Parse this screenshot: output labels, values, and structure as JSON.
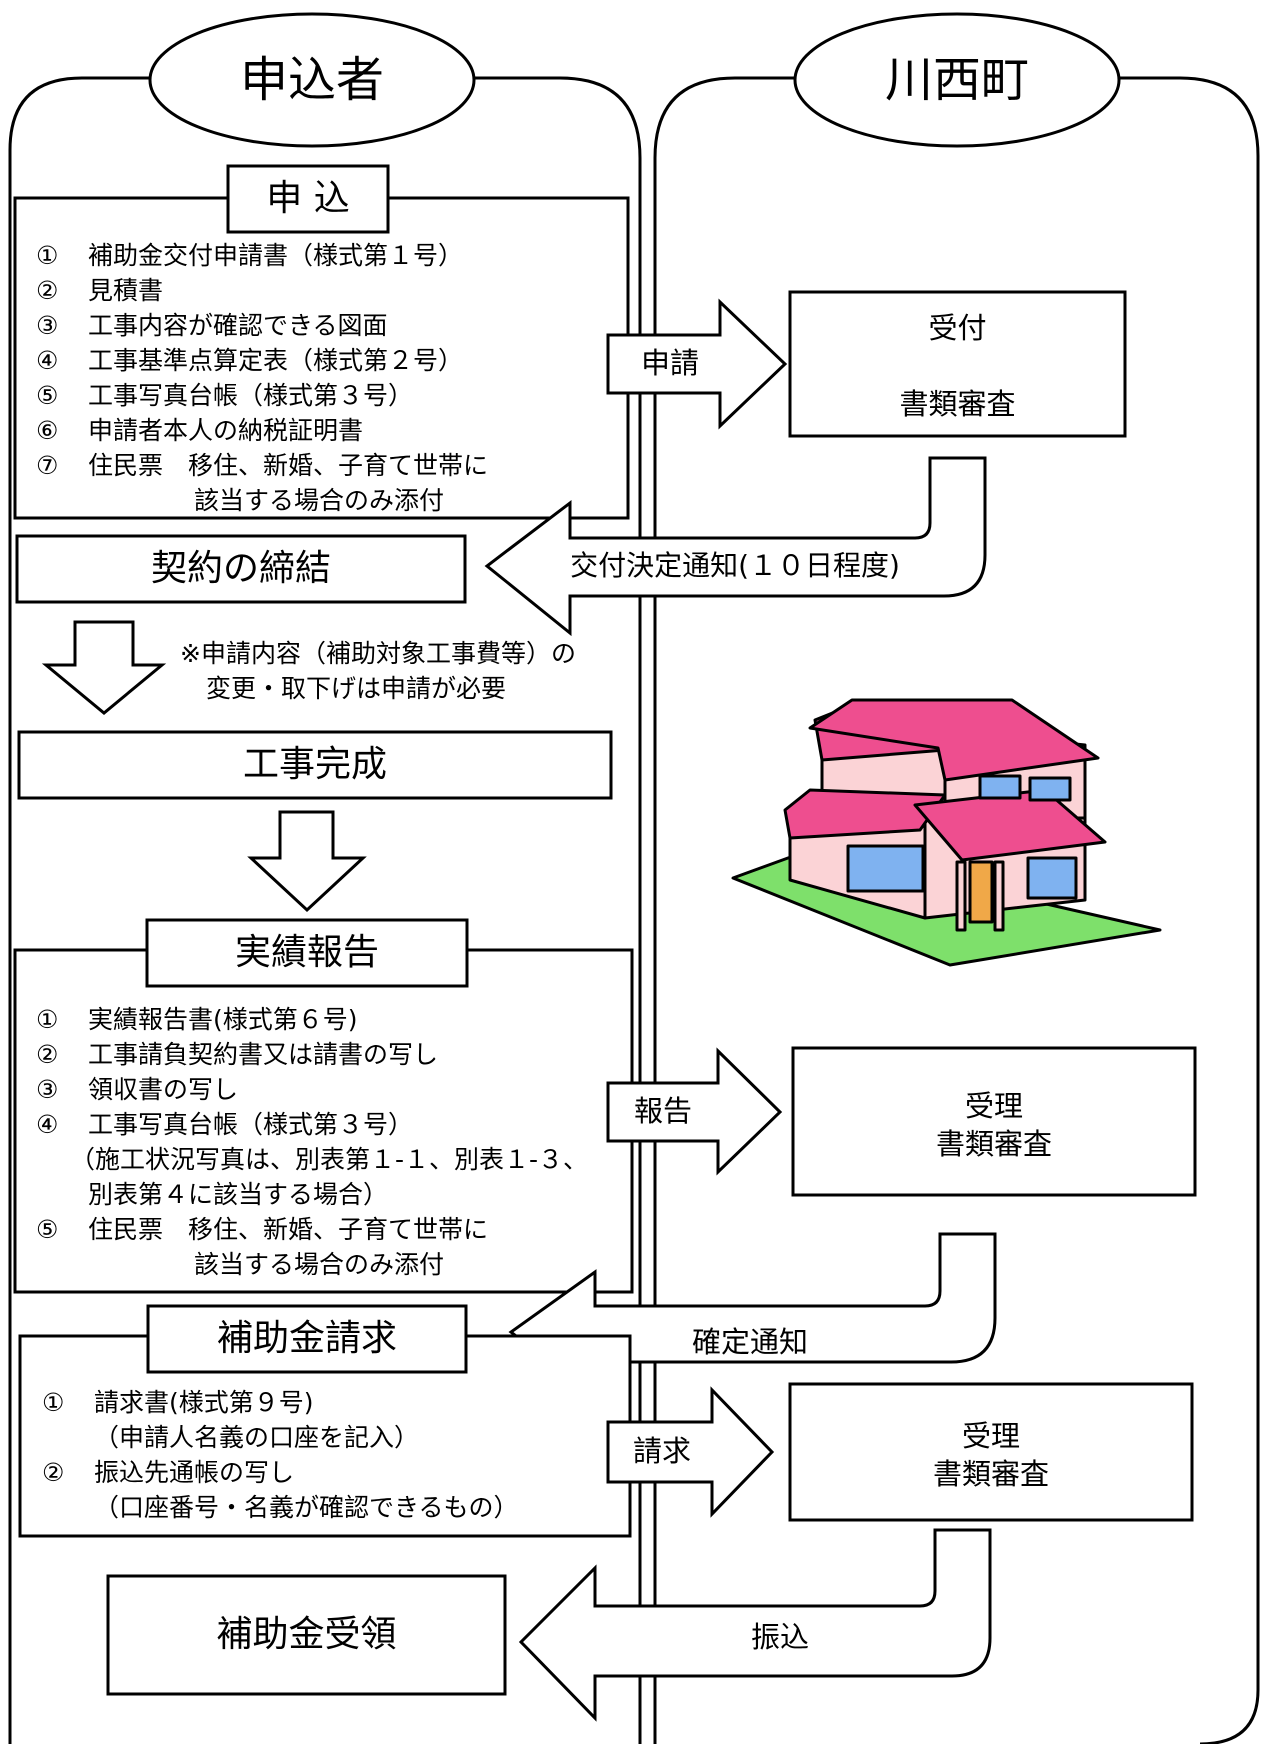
{
  "lanes": {
    "applicant": "申込者",
    "town": "川西町"
  },
  "application": {
    "title": "申 込",
    "items": [
      {
        "num": "①",
        "text": "補助金交付申請書（様式第１号）"
      },
      {
        "num": "②",
        "text": "見積書"
      },
      {
        "num": "③",
        "text": "工事内容が確認できる図面"
      },
      {
        "num": "④",
        "text": "工事基準点算定表（様式第２号）"
      },
      {
        "num": "⑤",
        "text": "工事写真台帳（様式第３号）"
      },
      {
        "num": "⑥",
        "text": "申請者本人の納税証明書"
      },
      {
        "num": "⑦",
        "text": "住民票　移住、新婚、子育て世帯に"
      }
    ],
    "item_cont": "該当する場合のみ添付",
    "arrow": "申請"
  },
  "reception1": {
    "line1": "受付",
    "line2": "書類審査"
  },
  "decision_notice": "交付決定通知(１０日程度)",
  "contract": "契約の締結",
  "note": {
    "line1": "※申請内容（補助対象工事費等）の",
    "line2": "変更・取下げは申請が必要"
  },
  "completion": "工事完成",
  "report": {
    "title": "実績報告",
    "items": [
      {
        "num": "①",
        "text": "実績報告書(様式第６号)"
      },
      {
        "num": "②",
        "text": "工事請負契約書又は請書の写し"
      },
      {
        "num": "③",
        "text": "領収書の写し"
      },
      {
        "num": "④",
        "text": "工事写真台帳（様式第３号）"
      }
    ],
    "item4_cont1": "（施工状況写真は、別表第１-１、別表１-３、",
    "item4_cont2": "別表第４に該当する場合）",
    "item5": {
      "num": "⑤",
      "text": "住民票　移住、新婚、子育て世帯に"
    },
    "item5_cont": "該当する場合のみ添付",
    "arrow": "報告"
  },
  "reception2": {
    "line1": "受理",
    "line2": "書類審査"
  },
  "confirm_notice": "確定通知",
  "claim": {
    "title": "補助金請求",
    "item1": {
      "num": "①",
      "text": "請求書(様式第９号)"
    },
    "item1_cont": "（申請人名義の口座を記入）",
    "item2": {
      "num": "②",
      "text": "振込先通帳の写し"
    },
    "item2_cont": "（口座番号・名義が確認できるもの）",
    "arrow": "請求"
  },
  "reception3": {
    "line1": "受理",
    "line2": "書類審査"
  },
  "transfer": "振込",
  "receipt": "補助金受領",
  "colors": {
    "roof": "#EE4E8F",
    "wall": "#FBD3D6",
    "window": "#7FB2F0",
    "grass": "#7EE06B",
    "door": "#F0A848"
  }
}
